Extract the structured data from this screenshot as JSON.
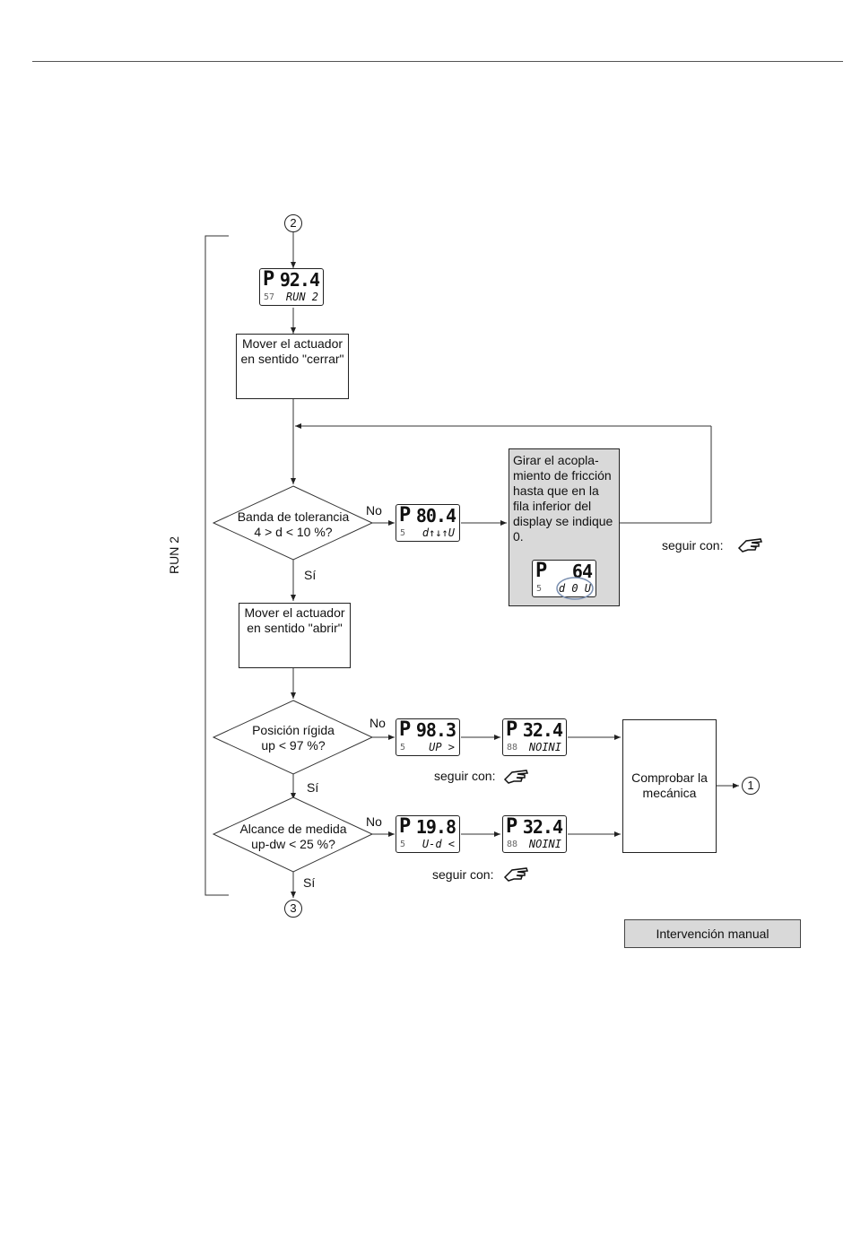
{
  "side_label": "RUN 2",
  "connectors": {
    "top": "2",
    "bottom": "3",
    "right": "1"
  },
  "lcd": {
    "run2": {
      "p": "P",
      "value": "92.4",
      "sub": "RUN 2",
      "subl": "57"
    },
    "dwn": {
      "p": "P",
      "value": "80.4",
      "sub": "d↑↓↑U",
      "subl": "5"
    },
    "inner": {
      "p": "P",
      "value": "64",
      "sub": "d 0 U",
      "subl": "5"
    },
    "up": {
      "p": "P",
      "value": "98.3",
      "sub": "UP  >",
      "subl": "5"
    },
    "noini1": {
      "p": "P",
      "value": "32.4",
      "sub": "NOINI",
      "subl": "88"
    },
    "ud": {
      "p": "P",
      "value": "19.8",
      "sub": "U-d  <",
      "subl": "5"
    },
    "noini2": {
      "p": "P",
      "value": "32.4",
      "sub": "NOINI",
      "subl": "88"
    }
  },
  "boxes": {
    "close": "Mover el actuador en sentido \"cerrar\"",
    "open": "Mover el actuador en sentido \"abrir\"",
    "friction": "Girar el acopla-miento de fricción hasta que en la fila inferior del display se indique 0.",
    "mech": "Comprobar la mecánica"
  },
  "decisions": {
    "tol_line1": "Banda de tolerancia",
    "tol_line2": "4 > d < 10 %?",
    "pos_line1": "Posición rígida",
    "pos_line2": "up < 97 %?",
    "range_line1": "Alcance de medida",
    "range_line2": "up-dw < 25 %?"
  },
  "labels": {
    "no": "No",
    "si": "Sí",
    "seguir": "seguir con:"
  },
  "legend": "Intervención manual",
  "icons": {
    "hand": "pointing-hand-icon"
  }
}
